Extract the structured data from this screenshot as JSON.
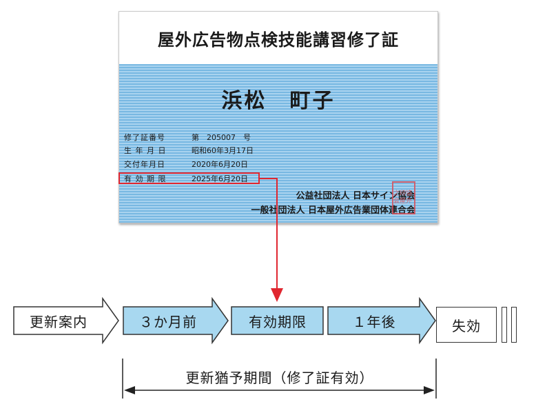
{
  "card": {
    "title": "屋外広告物点検技能講習修了証",
    "holder_name": "浜松　町子",
    "fields": [
      {
        "label": "修了証番号",
        "value": "第　205007　号"
      },
      {
        "label": "生 年 月 日",
        "value": "昭和60年3月17日"
      },
      {
        "label": "交付年月日",
        "value": "2020年6月20日"
      },
      {
        "label": "有 効 期 限",
        "value": "2025年6月20日"
      }
    ],
    "issuer_1": "公益社団法人 日本サイン協会",
    "issuer_2": "一般社団法人 日本屋外広告業団体連合会",
    "seal_text": "之印協会屋外"
  },
  "timeline": {
    "steps": [
      "更新案内",
      "３か月前",
      "有効期限",
      "１年後",
      "失効"
    ],
    "period_label": "更新猶予期間（修了証有効）"
  },
  "colors": {
    "accent_red": "#e0262f",
    "arrow_blue": "#a8d8f0",
    "stripe_blue": "#78b8e2"
  }
}
